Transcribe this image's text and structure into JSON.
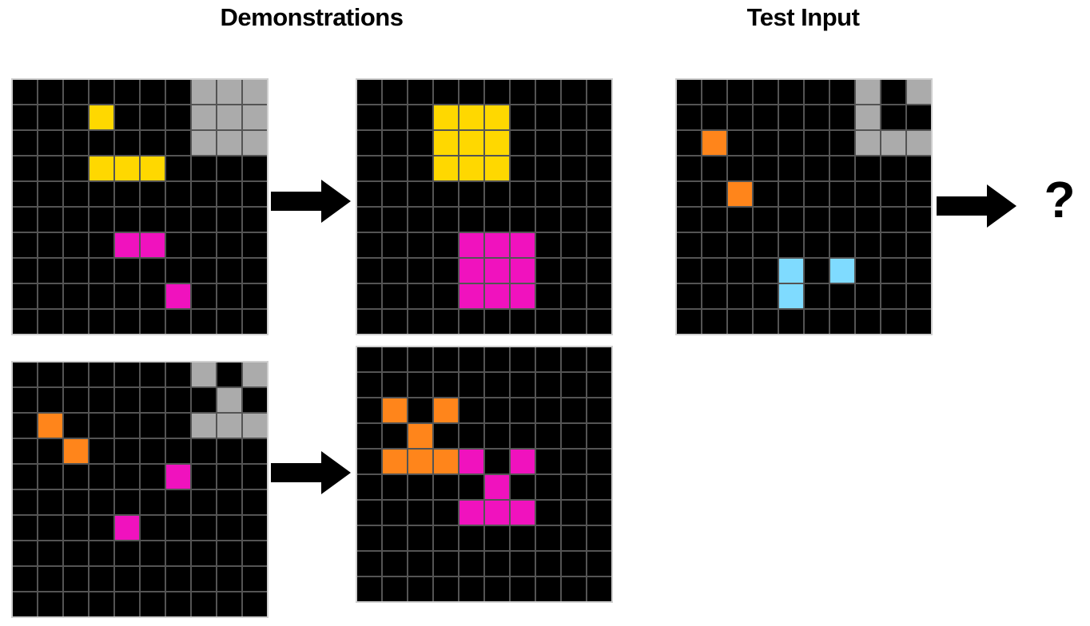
{
  "titles": {
    "demonstrations": "Demonstrations",
    "test_input": "Test Input"
  },
  "question_mark": "?",
  "arrow_color": "#000000",
  "background_color": "#ffffff",
  "gridline_color": "#545454",
  "grid_border_color": "#cfcfcf",
  "palette": {
    ".": "#000000",
    "G": "#ababab",
    "Y": "#ffd800",
    "M": "#f012be",
    "O": "#ff851b",
    "C": "#7fdbff"
  },
  "palette_names": {
    ".": "black",
    "G": "gray",
    "Y": "yellow",
    "M": "magenta",
    "O": "orange",
    "C": "cyan"
  },
  "grids": {
    "demo1_input": {
      "size": "10x10",
      "rows": [
        ".......GGG",
        "...Y...GGG",
        ".......GGG",
        "...YYY....",
        "..........",
        "..........",
        "....MM....",
        "..........",
        "......M...",
        ".........."
      ]
    },
    "demo1_output": {
      "size": "10x10",
      "rows": [
        "..........",
        "...YYY....",
        "...YYY....",
        "...YYY....",
        "..........",
        "..........",
        "....MMM...",
        "....MMM...",
        "....MMM...",
        ".........."
      ]
    },
    "demo2_input": {
      "size": "10x10",
      "rows": [
        ".......G.G",
        "........G.",
        ".O.....GGG",
        "..O.......",
        "......M...",
        "..........",
        "....M.....",
        "..........",
        "..........",
        ".........."
      ]
    },
    "demo2_output": {
      "size": "10x10",
      "rows": [
        "..........",
        "..........",
        ".O.O......",
        "..O.......",
        ".OOOM.M...",
        ".....M....",
        "....MMM...",
        "..........",
        "..........",
        ".........."
      ]
    },
    "test_input": {
      "size": "10x10",
      "rows": [
        ".......G.G",
        ".......G..",
        ".O.....GGG",
        "..........",
        "..O.......",
        "..........",
        "..........",
        "....C.C...",
        "....C.....",
        ".........."
      ]
    }
  }
}
